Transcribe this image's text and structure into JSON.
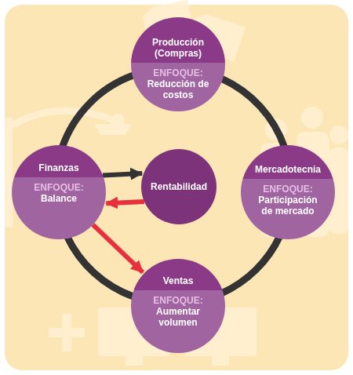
{
  "diagram": {
    "nodes": [
      {
        "text": [
          "Producción (Compras)",
          "ENFOQUE:",
          "Reducción de costos"
        ]
      },
      {
        "text": [
          "Finanzas",
          "ENFOQUE:",
          "Balance"
        ]
      },
      {
        "text": [
          "Rentabilidad"
        ]
      },
      {
        "text": [
          "Mercadotecnia",
          "ENFOQUE:",
          "Participación de mercado"
        ]
      },
      {
        "text": [
          "Ventas",
          "ENFOQUE:",
          "Aumentar volumen"
        ]
      }
    ],
    "edges": [
      {
        "from": 1,
        "to": 2,
        "arrow": "to"
      },
      {
        "from": 2,
        "to": 1,
        "arrow": "to"
      },
      {
        "from": 1,
        "to": 4,
        "arrow": "to"
      },
      {
        "from": 0,
        "to": 3,
        "arrow": "none"
      },
      {
        "from": 3,
        "to": 4,
        "arrow": "none"
      },
      {
        "from": 4,
        "to": 1,
        "arrow": "none"
      },
      {
        "from": 1,
        "to": 0,
        "arrow": "none"
      }
    ]
  }
}
